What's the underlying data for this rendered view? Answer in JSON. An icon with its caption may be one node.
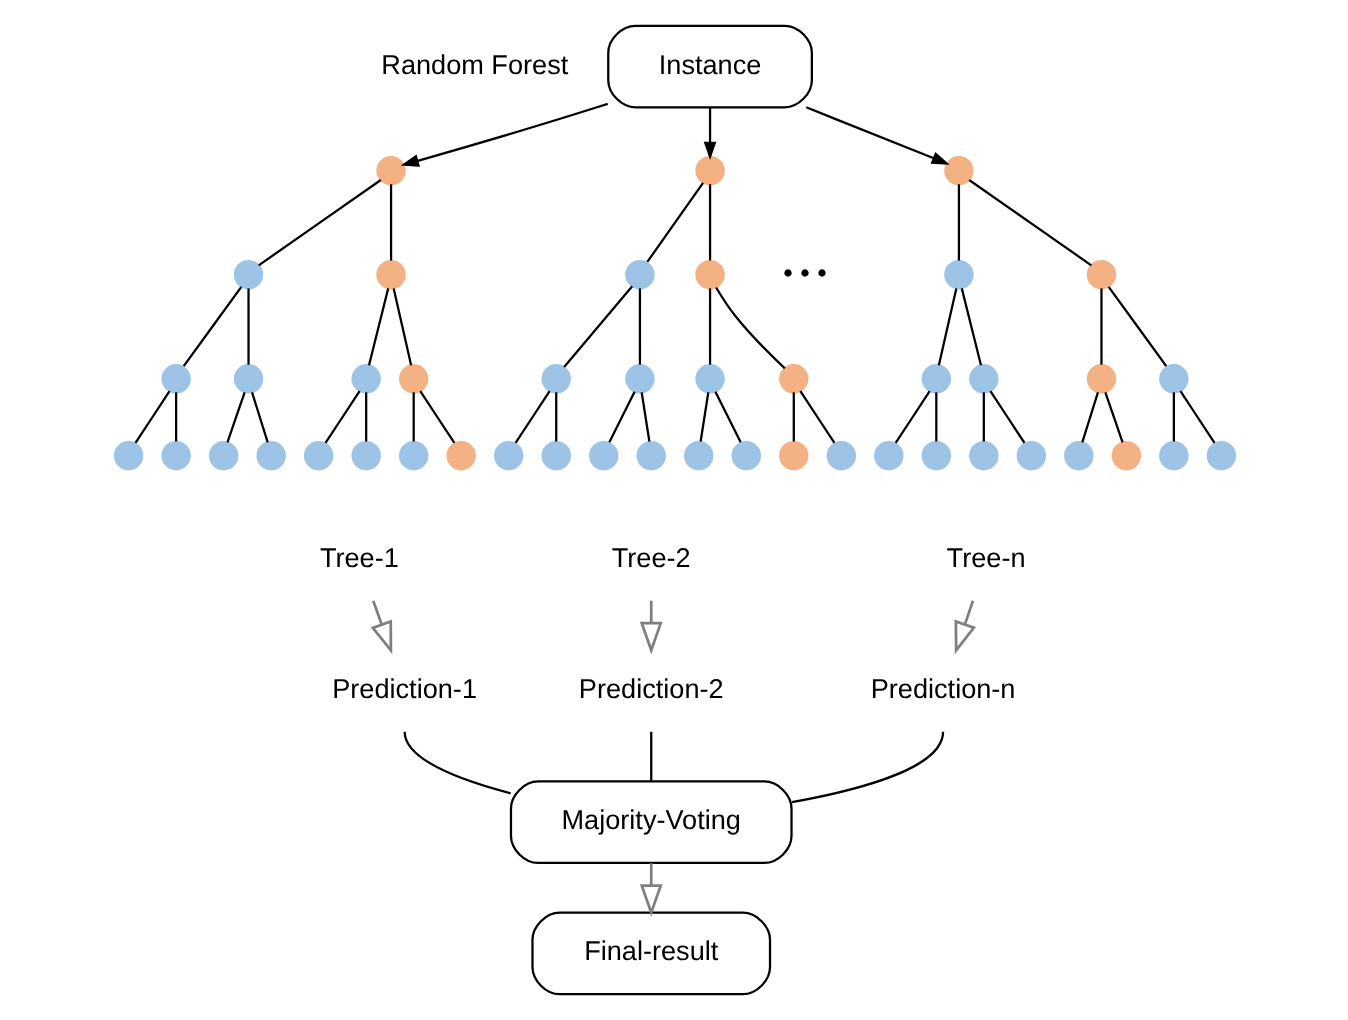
{
  "diagram": {
    "nodes": [
      {
        "text": [
          "Instance"
        ]
      },
      {
        "text": [],
        "shape": "circle"
      },
      {
        "text": [],
        "shape": "circle"
      },
      {
        "text": [],
        "shape": "circle"
      },
      {
        "text": [],
        "shape": "circle"
      },
      {
        "text": [],
        "shape": "circle"
      },
      {
        "text": [],
        "shape": "circle"
      },
      {
        "text": [],
        "shape": "circle"
      },
      {
        "text": [],
        "shape": "circle"
      },
      {
        "text": [],
        "shape": "circle"
      },
      {
        "text": [],
        "shape": "circle"
      },
      {
        "text": [],
        "shape": "circle"
      },
      {
        "text": [],
        "shape": "circle"
      },
      {
        "text": [],
        "shape": "circle"
      },
      {
        "text": [],
        "shape": "circle"
      },
      {
        "text": [],
        "shape": "circle"
      },
      {
        "text": [],
        "shape": "circle"
      },
      {
        "text": [],
        "shape": "circle"
      },
      {
        "text": [],
        "shape": "circle"
      },
      {
        "text": [],
        "shape": "circle"
      },
      {
        "text": [],
        "shape": "circle"
      },
      {
        "text": [],
        "shape": "circle"
      },
      {
        "text": [],
        "shape": "circle"
      },
      {
        "text": [],
        "shape": "circle"
      },
      {
        "text": [],
        "shape": "circle"
      },
      {
        "text": [],
        "shape": "circle"
      },
      {
        "text": [],
        "shape": "circle"
      },
      {
        "text": [],
        "shape": "circle"
      },
      {
        "text": [],
        "shape": "circle"
      },
      {
        "text": [],
        "shape": "circle"
      },
      {
        "text": [],
        "shape": "circle"
      },
      {
        "text": [],
        "shape": "circle"
      },
      {
        "text": [],
        "shape": "circle"
      },
      {
        "text": [],
        "shape": "circle"
      },
      {
        "text": [],
        "shape": "circle"
      },
      {
        "text": [],
        "shape": "circle"
      },
      {
        "text": [],
        "shape": "circle"
      },
      {
        "text": [],
        "shape": "circle"
      },
      {
        "text": [],
        "shape": "circle"
      },
      {
        "text": [],
        "shape": "circle"
      },
      {
        "text": [],
        "shape": "circle"
      },
      {
        "text": [],
        "shape": "circle"
      },
      {
        "text": [],
        "shape": "circle"
      },
      {
        "text": [],
        "shape": "circle"
      },
      {
        "text": [],
        "shape": "circle"
      },
      {
        "text": [],
        "shape": "circle"
      },
      {
        "text": [
          "Tree-1"
        ]
      },
      {
        "text": [
          "Tree-2"
        ]
      },
      {
        "text": [
          "Tree-n"
        ]
      },
      {
        "text": [
          "Prediction-1"
        ]
      },
      {
        "text": [
          "Prediction-2"
        ]
      },
      {
        "text": [
          "Prediction-n"
        ]
      },
      {
        "text": [
          "Majority-Voting"
        ]
      },
      {
        "text": [
          "Final-result"
        ]
      }
    ],
    "edges": [
      {
        "from": 0,
        "to": 1,
        "arrow": "to"
      },
      {
        "from": 0,
        "to": 16,
        "arrow": "to"
      },
      {
        "from": 0,
        "to": 31,
        "arrow": "to"
      },
      {
        "from": 1,
        "to": 2,
        "arrow": "none"
      },
      {
        "from": 1,
        "to": 3,
        "arrow": "none"
      },
      {
        "from": 2,
        "to": 4,
        "arrow": "none"
      },
      {
        "from": 2,
        "to": 5,
        "arrow": "none"
      },
      {
        "from": 3,
        "to": 6,
        "arrow": "none"
      },
      {
        "from": 3,
        "to": 7,
        "arrow": "none"
      },
      {
        "from": 4,
        "to": 8,
        "arrow": "none"
      },
      {
        "from": 4,
        "to": 9,
        "arrow": "none"
      },
      {
        "from": 5,
        "to": 10,
        "arrow": "none"
      },
      {
        "from": 5,
        "to": 11,
        "arrow": "none"
      },
      {
        "from": 6,
        "to": 12,
        "arrow": "none"
      },
      {
        "from": 6,
        "to": 13,
        "arrow": "none"
      },
      {
        "from": 7,
        "to": 14,
        "arrow": "none"
      },
      {
        "from": 7,
        "to": 15,
        "arrow": "none"
      },
      {
        "from": 16,
        "to": 17,
        "arrow": "none"
      },
      {
        "from": 16,
        "to": 18,
        "arrow": "none"
      },
      {
        "from": 17,
        "to": 19,
        "arrow": "none"
      },
      {
        "from": 17,
        "to": 20,
        "arrow": "none"
      },
      {
        "from": 18,
        "to": 21,
        "arrow": "none"
      },
      {
        "from": 18,
        "to": 22,
        "arrow": "none"
      },
      {
        "from": 19,
        "to": 23,
        "arrow": "none"
      },
      {
        "from": 19,
        "to": 24,
        "arrow": "none"
      },
      {
        "from": 20,
        "to": 25,
        "arrow": "none"
      },
      {
        "from": 20,
        "to": 26,
        "arrow": "none"
      },
      {
        "from": 21,
        "to": 27,
        "arrow": "none"
      },
      {
        "from": 21,
        "to": 28,
        "arrow": "none"
      },
      {
        "from": 22,
        "to": 29,
        "arrow": "none"
      },
      {
        "from": 22,
        "to": 30,
        "arrow": "none"
      },
      {
        "from": 31,
        "to": 32,
        "arrow": "none"
      },
      {
        "from": 31,
        "to": 33,
        "arrow": "none"
      },
      {
        "from": 32,
        "to": 34,
        "arrow": "none"
      },
      {
        "from": 32,
        "to": 35,
        "arrow": "none"
      },
      {
        "from": 33,
        "to": 36,
        "arrow": "none"
      },
      {
        "from": 33,
        "to": 37,
        "arrow": "none"
      },
      {
        "from": 34,
        "to": 38,
        "arrow": "none"
      },
      {
        "from": 34,
        "to": 39,
        "arrow": "none"
      },
      {
        "from": 35,
        "to": 40,
        "arrow": "none"
      },
      {
        "from": 35,
        "to": 41,
        "arrow": "none"
      },
      {
        "from": 36,
        "to": 42,
        "arrow": "none"
      },
      {
        "from": 36,
        "to": 43,
        "arrow": "none"
      },
      {
        "from": 37,
        "to": 44,
        "arrow": "none"
      },
      {
        "from": 37,
        "to": 45,
        "arrow": "none"
      },
      {
        "from": 46,
        "to": 49,
        "arrow": "to",
        "color": "#7f7f7f"
      },
      {
        "from": 47,
        "to": 50,
        "arrow": "to",
        "color": "#7f7f7f"
      },
      {
        "from": 48,
        "to": 51,
        "arrow": "to",
        "color": "#7f7f7f"
      },
      {
        "from": 49,
        "to": 52,
        "arrow": "none"
      },
      {
        "from": 50,
        "to": 52,
        "arrow": "none"
      },
      {
        "from": 51,
        "to": 52,
        "arrow": "none"
      },
      {
        "from": 52,
        "to": 53,
        "arrow": "to",
        "color": "#7f7f7f"
      }
    ],
    "labels": [
      "Random Forest",
      "• • •"
    ]
  }
}
